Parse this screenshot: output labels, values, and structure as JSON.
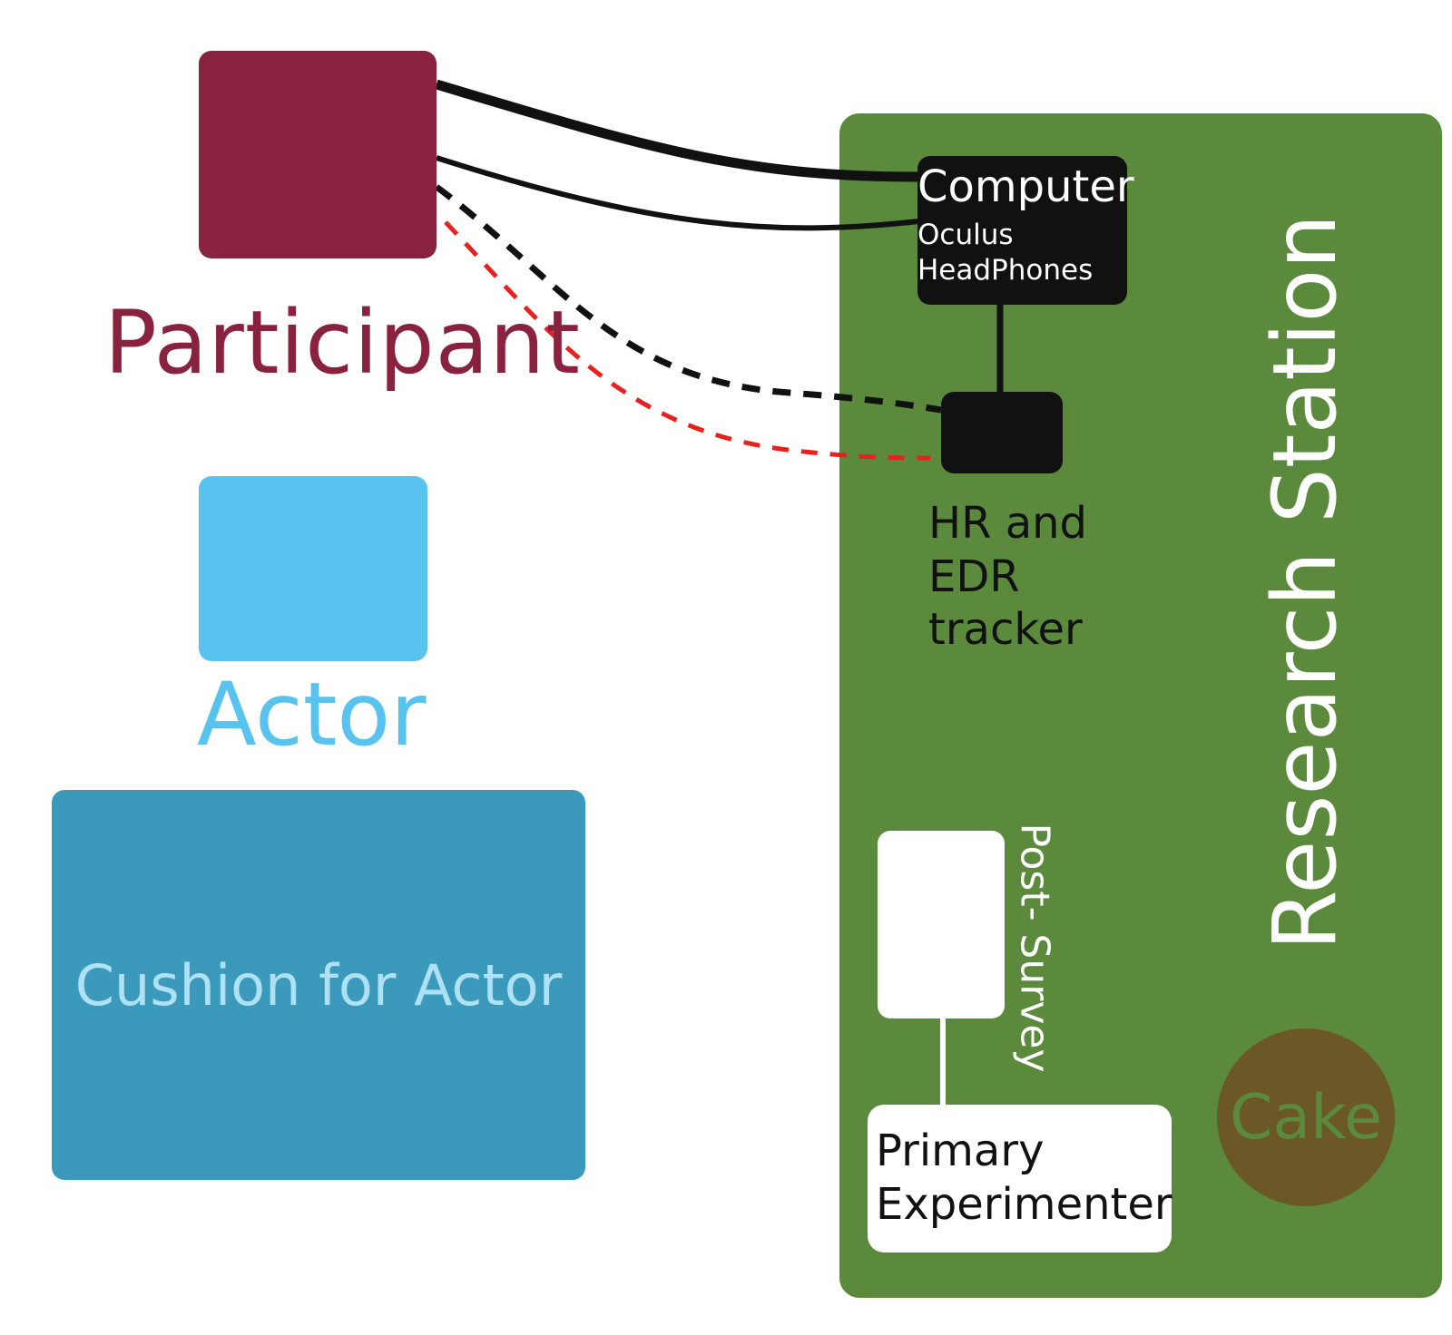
{
  "diagram": {
    "participant": {
      "label": "Participant",
      "color": "#88223f"
    },
    "actor": {
      "label": "Actor",
      "color": "#59c3f0"
    },
    "cushion": {
      "label": "Cushion for Actor",
      "color": "#3b9abb",
      "text_color": "#aee1f4"
    },
    "research_station": {
      "label": "Research Station",
      "color": "#5b8a3c",
      "computer": {
        "title": "Computer",
        "items": [
          "Oculus",
          "HeadPhones"
        ]
      },
      "tracker": {
        "label_lines": [
          "HR and",
          "EDR",
          "tracker"
        ]
      },
      "post_survey": {
        "label": "Post- Survey"
      },
      "primary_experimenter": {
        "label_lines": [
          "Primary",
          "Experimenter"
        ]
      },
      "cake": {
        "label": "Cake",
        "color": "#6b5826"
      }
    },
    "connections": [
      {
        "from": "participant",
        "to": "computer",
        "style": "solid",
        "color": "#111111"
      },
      {
        "from": "participant",
        "to": "computer",
        "style": "solid",
        "color": "#111111"
      },
      {
        "from": "participant",
        "to": "tracker",
        "style": "dashed",
        "color": "#111111"
      },
      {
        "from": "participant",
        "to": "tracker",
        "style": "dashed",
        "color": "#e8201e"
      },
      {
        "from": "computer",
        "to": "tracker",
        "style": "solid",
        "color": "#111111"
      },
      {
        "from": "post_survey",
        "to": "primary_experimenter",
        "style": "solid",
        "color": "#ffffff"
      }
    ]
  }
}
